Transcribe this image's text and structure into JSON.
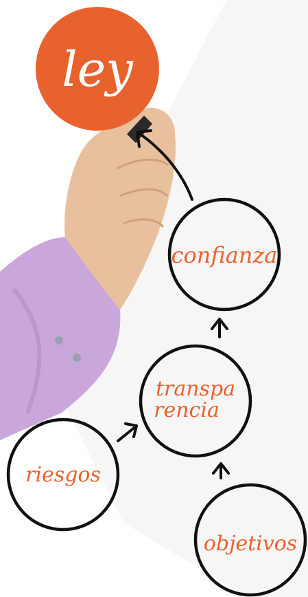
{
  "diagram": {
    "top_node": {
      "label": "ley",
      "color": "#e8622e"
    },
    "nodes": [
      {
        "id": "confianza",
        "label_lines": [
          "confianza"
        ]
      },
      {
        "id": "transparencia",
        "label_lines": [
          "transpa",
          "rencia"
        ]
      },
      {
        "id": "riesgos",
        "label_lines": [
          "riesgos"
        ]
      },
      {
        "id": "objetivos",
        "label_lines": [
          "objetivos"
        ]
      }
    ],
    "edges": [
      {
        "from": "riesgos",
        "to": "transparencia"
      },
      {
        "from": "objetivos",
        "to": "transparencia"
      },
      {
        "from": "transparencia",
        "to": "confianza"
      },
      {
        "from": "confianza",
        "to": "ley"
      }
    ],
    "colors": {
      "accent": "#e8622e",
      "ink": "#111111",
      "sleeve": "#c7a6d8",
      "skin": "#e7bf9d"
    }
  }
}
